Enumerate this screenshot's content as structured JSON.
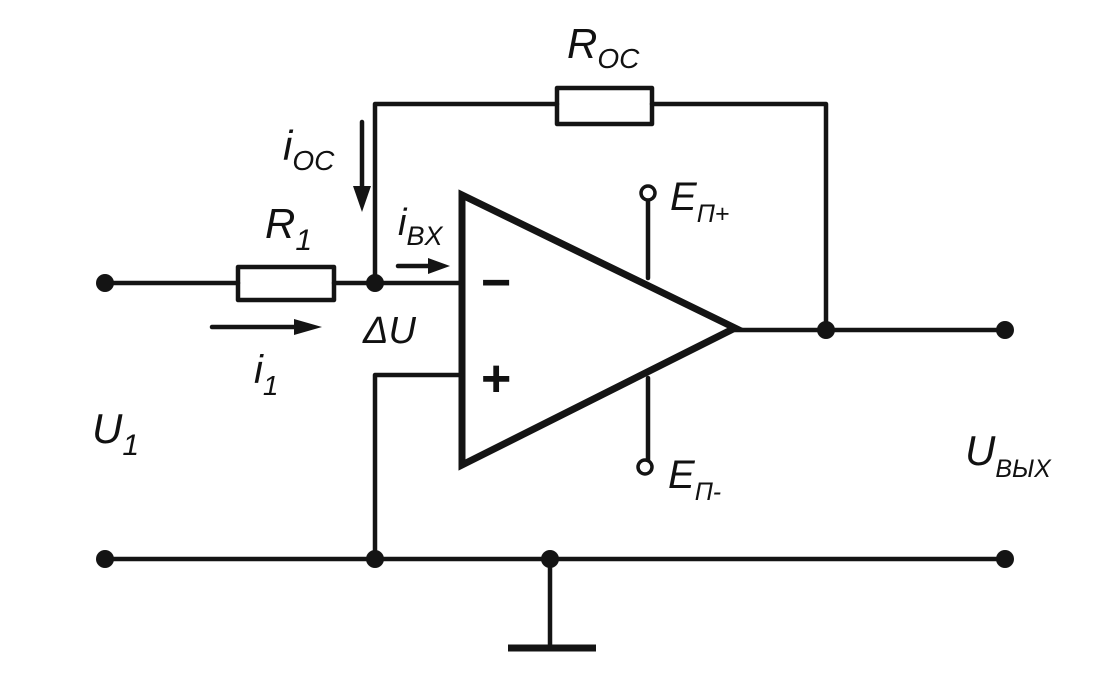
{
  "diagram": {
    "labels": {
      "r_oc_main": "R",
      "r_oc_sub": "OC",
      "i_oc_main": "i",
      "i_oc_sub": "OC",
      "r1_main": "R",
      "r1_sub": "1",
      "i_in_main": "i",
      "i_in_sub": "BX",
      "minus_sign": "−",
      "plus_sign": "+",
      "delta_u": "ΔU",
      "i1_main": "i",
      "i1_sub": "1",
      "u1_main": "U",
      "u1_sub": "1",
      "e_pos_main": "E",
      "e_pos_sub": "П+",
      "e_neg_main": "E",
      "e_neg_sub": "П-",
      "u_out_main": "U",
      "u_out_sub": "ВЫХ"
    },
    "colors": {
      "ink": "#141414",
      "background": "#ffffff"
    }
  }
}
